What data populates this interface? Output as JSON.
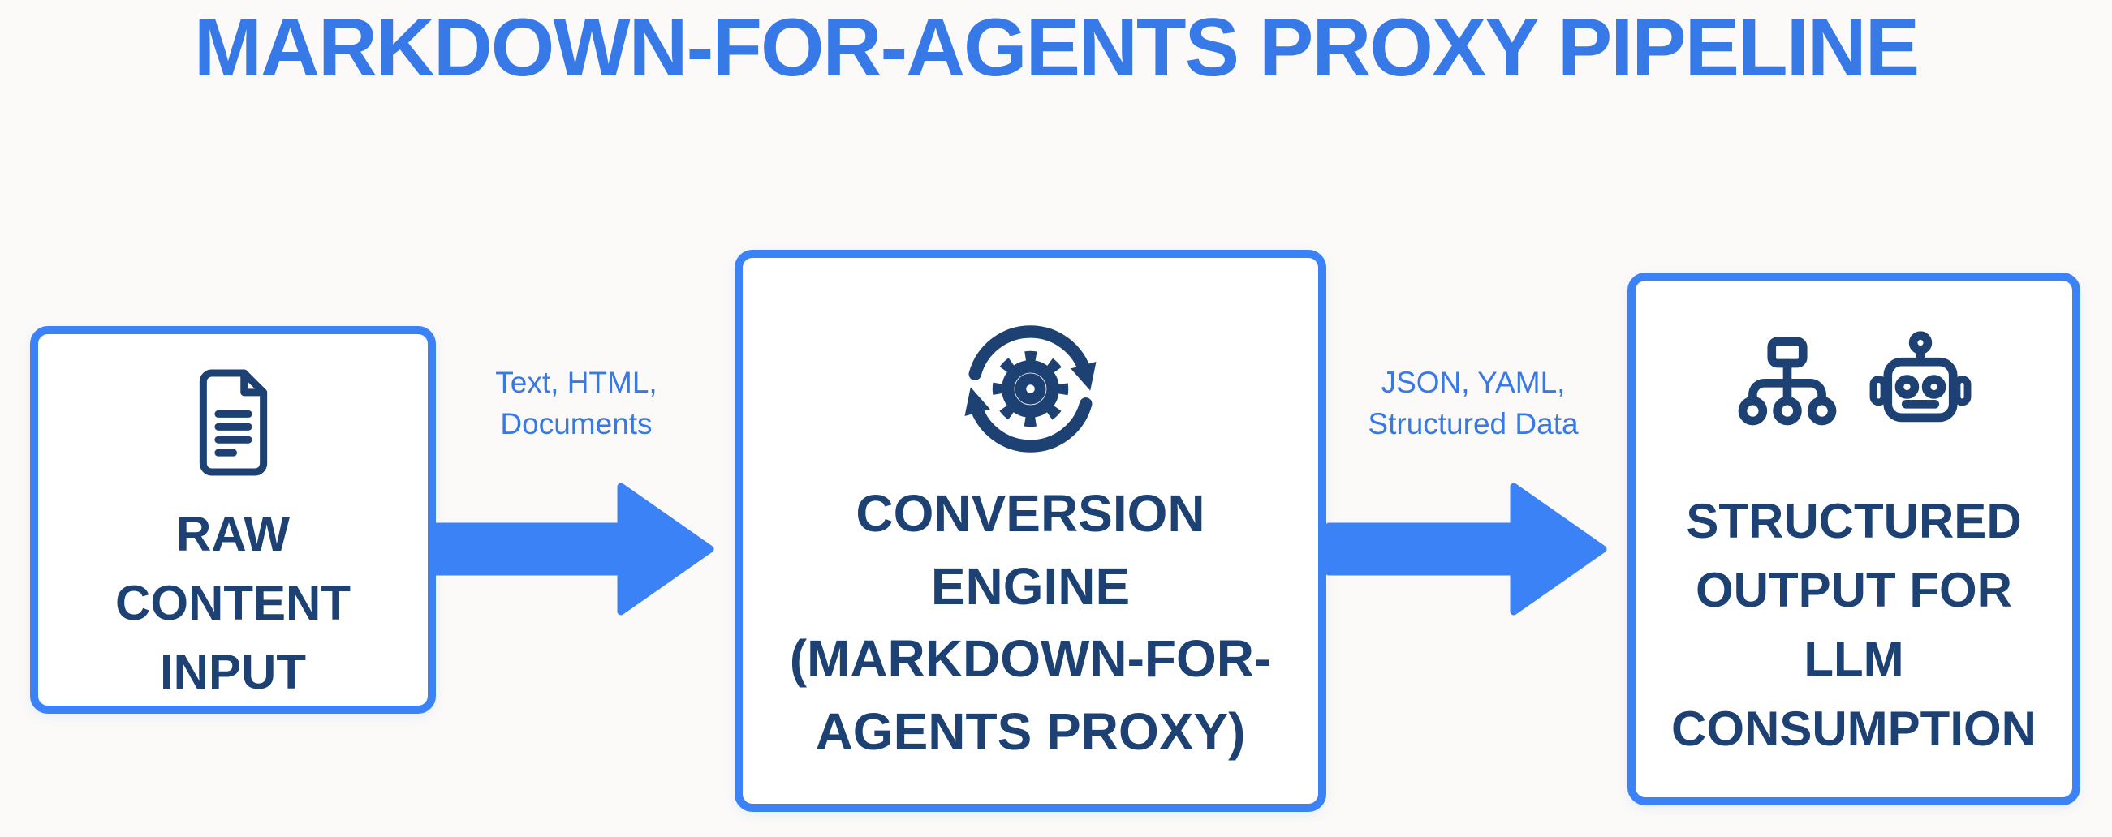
{
  "title": "MARKDOWN-FOR-AGENTS PROXY PIPELINE",
  "colors": {
    "accent": "#3b82f6",
    "blue_text": "#3879e8",
    "navy": "#1d4173",
    "background": "#fbfaf8",
    "box_background": "#ffffff"
  },
  "pipeline": {
    "boxes": [
      {
        "id": "raw-content-input",
        "icon": "document-icon",
        "label": "RAW\nCONTENT\nINPUT"
      },
      {
        "id": "conversion-engine",
        "icon": "sync-gear-icon",
        "label": "CONVERSION\nENGINE\n(MARKDOWN-FOR-\nAGENTS PROXY)"
      },
      {
        "id": "structured-output",
        "icon": "sitemap-icon, robot-icon",
        "label": "STRUCTURED\nOUTPUT FOR\nLLM\nCONSUMPTION"
      }
    ],
    "arrows": [
      {
        "label": "Text, HTML,\nDocuments"
      },
      {
        "label": "JSON, YAML,\nStructured Data"
      }
    ]
  }
}
